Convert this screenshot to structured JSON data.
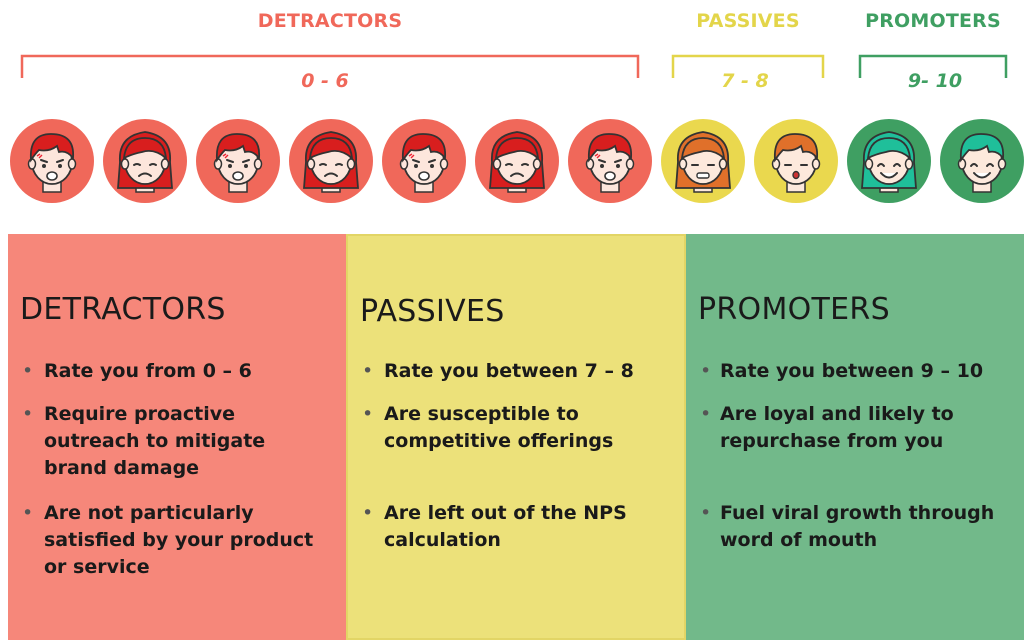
{
  "header": {
    "detractors": {
      "label": "DETRACTORS",
      "range": "0 - 6",
      "color": "#f0685a"
    },
    "passives": {
      "label": "PASSIVES",
      "range": "7 - 8",
      "color": "#e3d54a"
    },
    "promoters": {
      "label": "PROMOTERS",
      "range": "9- 10",
      "color": "#3f9f62"
    }
  },
  "faces": [
    {
      "group": "detractor",
      "score": 0,
      "gender": "male",
      "mood": "upset"
    },
    {
      "group": "detractor",
      "score": 1,
      "gender": "female",
      "mood": "sad"
    },
    {
      "group": "detractor",
      "score": 2,
      "gender": "male",
      "mood": "upset"
    },
    {
      "group": "detractor",
      "score": 3,
      "gender": "female",
      "mood": "sad"
    },
    {
      "group": "detractor",
      "score": 4,
      "gender": "male",
      "mood": "upset"
    },
    {
      "group": "detractor",
      "score": 5,
      "gender": "female",
      "mood": "sad"
    },
    {
      "group": "detractor",
      "score": 6,
      "gender": "male",
      "mood": "upset"
    },
    {
      "group": "passive",
      "score": 7,
      "gender": "female",
      "mood": "neutral"
    },
    {
      "group": "passive",
      "score": 8,
      "gender": "male",
      "mood": "neutral"
    },
    {
      "group": "promoter",
      "score": 9,
      "gender": "female",
      "mood": "happy"
    },
    {
      "group": "promoter",
      "score": 10,
      "gender": "male",
      "mood": "happy"
    }
  ],
  "panels": {
    "detractors": {
      "title": "DETRACTORS",
      "bg": "#f6877a",
      "bullets": [
        "Rate you from 0 – 6",
        "Require proactive outreach to mitigate brand damage",
        "Are not particularly satisfied by your product or service"
      ]
    },
    "passives": {
      "title": "PASSIVES",
      "bg": "#ece17a",
      "bullets": [
        "Rate you between 7 – 8",
        "Are susceptible to competitive offerings",
        "Are left out of the NPS calculation"
      ]
    },
    "promoters": {
      "title": "PROMOTERS",
      "bg": "#72b98a",
      "bullets": [
        "Rate you between 9 – 10",
        "Are loyal and likely to repurchase from you",
        "Fuel viral growth through word of mouth"
      ]
    }
  }
}
